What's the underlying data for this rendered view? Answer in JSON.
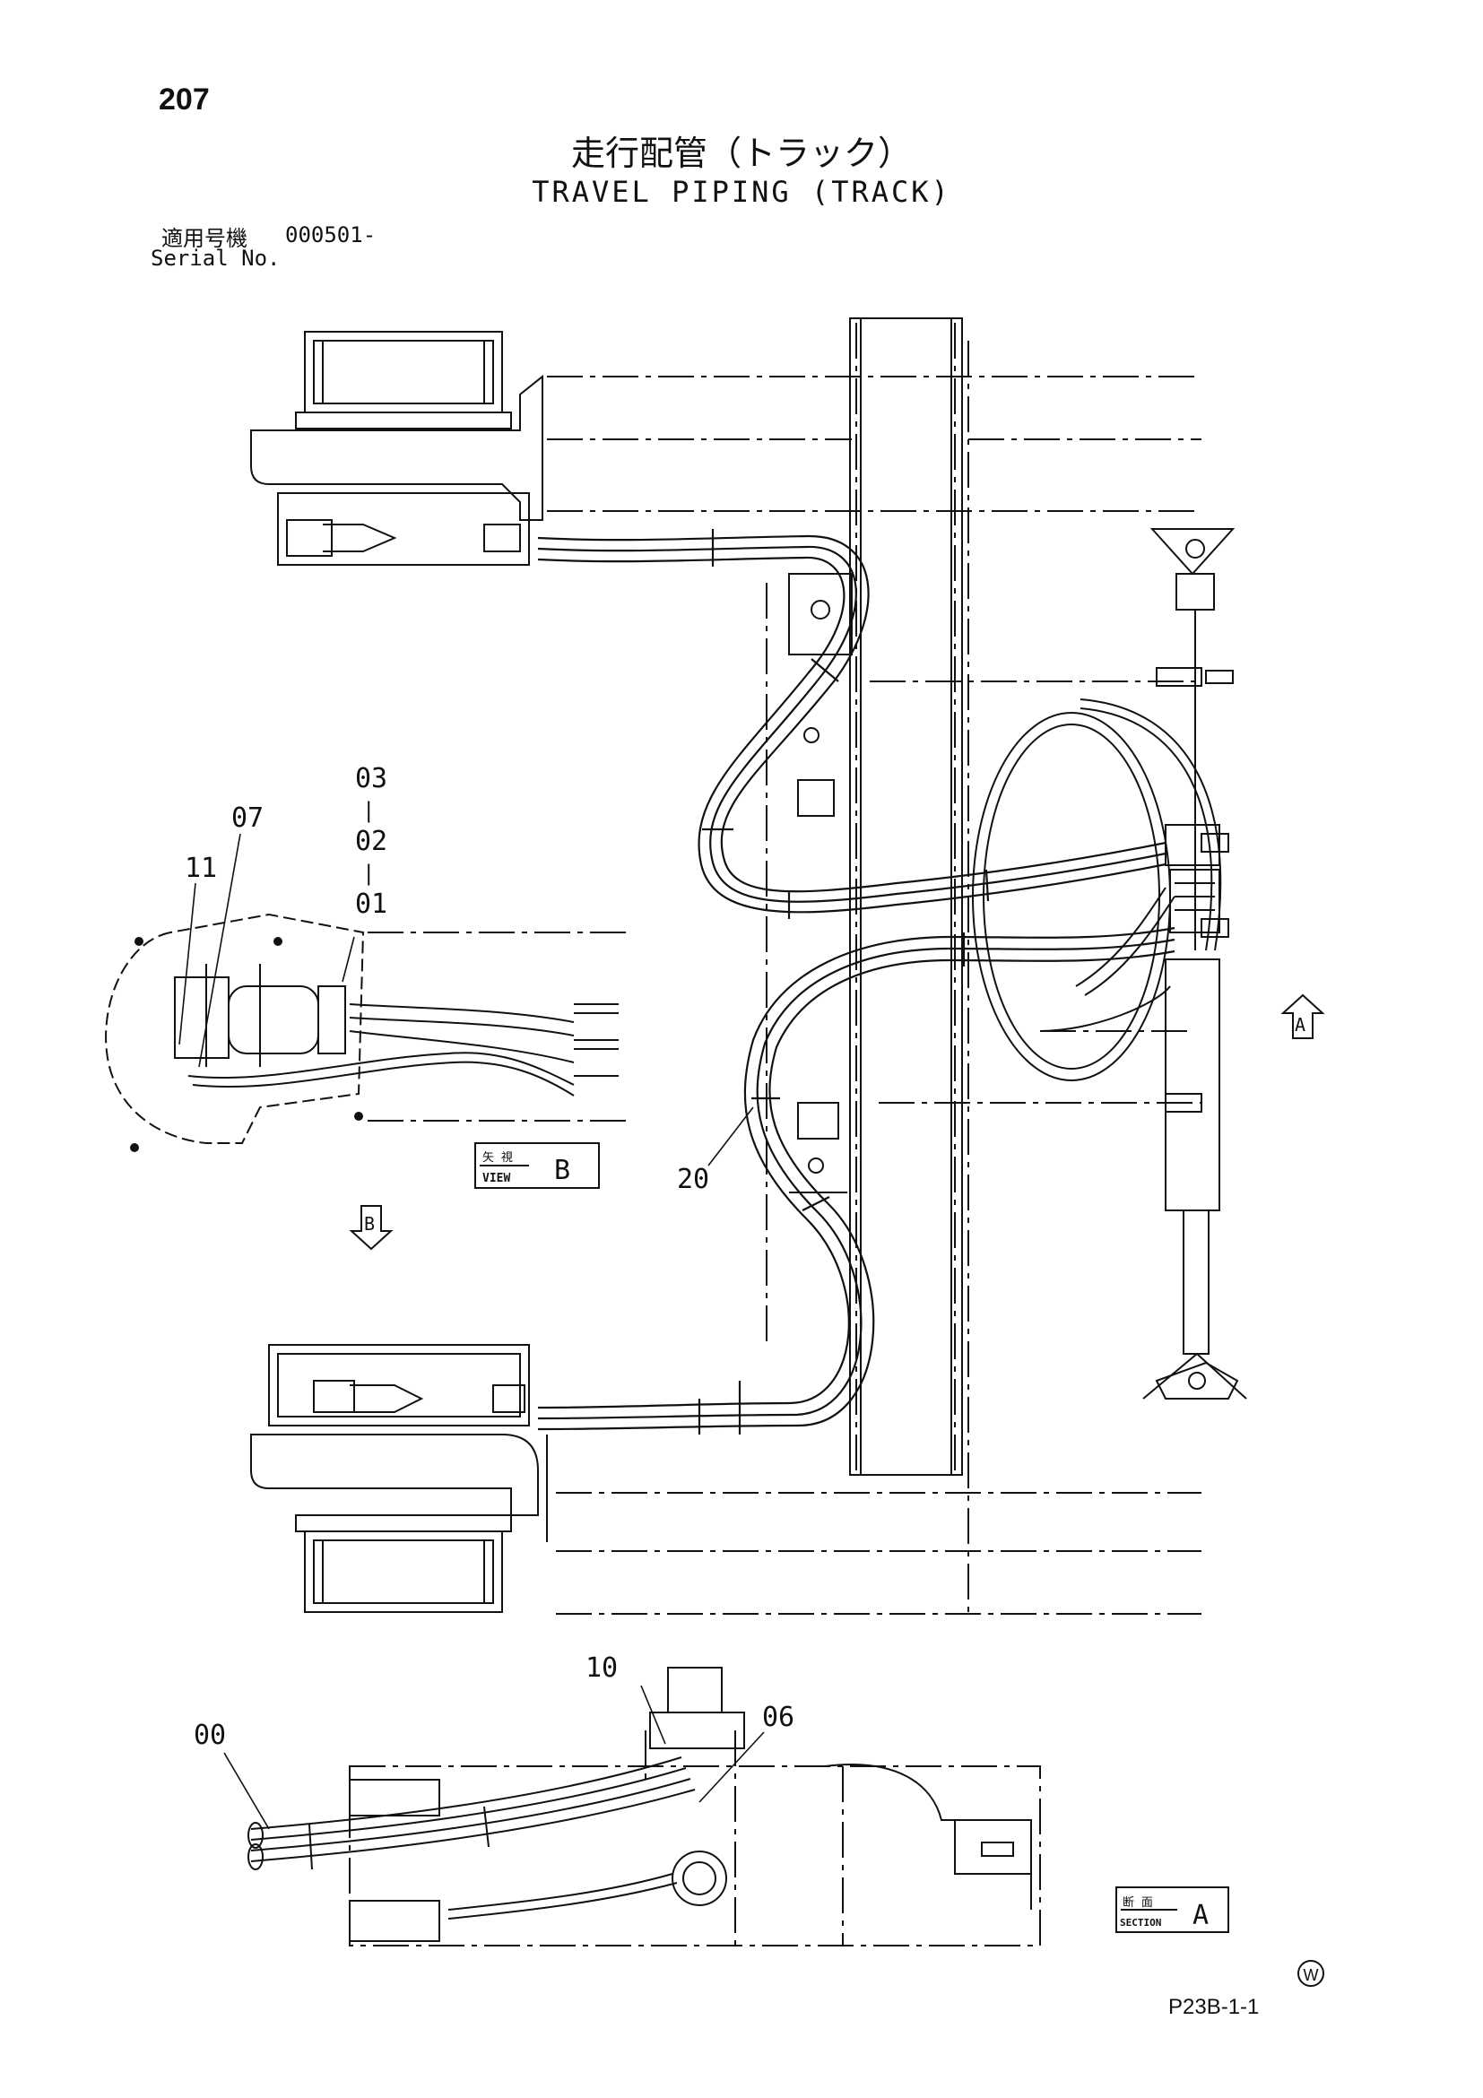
{
  "header": {
    "page_number": "207",
    "title_jp": "走行配管（トラック）",
    "title_en": "TRAVEL PIPING (TRACK)",
    "serial_label_jp": "適用号機",
    "serial_value": "000501-",
    "serial_label_en": "Serial No."
  },
  "callouts": {
    "c03": "03",
    "c02": "02",
    "c01": "01",
    "c07": "07",
    "c11": "11",
    "c20": "20",
    "c10": "10",
    "c06": "06",
    "c00": "00",
    "dash1": "|",
    "dash2": "|"
  },
  "views": {
    "view_b_jp": "矢 視",
    "view_b_en": "VIEW",
    "view_b_letter": "B",
    "section_a_jp": "断 面",
    "section_a_en": "SECTION",
    "section_a_letter": "A",
    "arrow_a_letter": "A",
    "arrow_b_letter": "B"
  },
  "footer": {
    "mark": "W",
    "code": "P23B-1-1"
  },
  "colors": {
    "ink": "#111111",
    "paper": "#ffffff"
  }
}
